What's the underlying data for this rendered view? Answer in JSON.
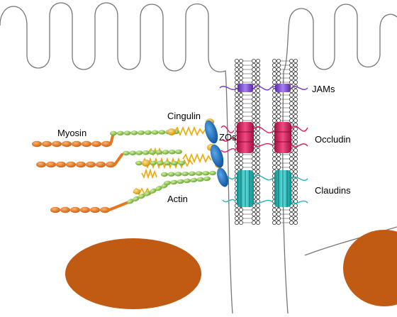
{
  "labels": {
    "myosin": "Myosin",
    "cingulin": "Cingulin",
    "zos": "ZOs",
    "actin": "Actin",
    "jams": "JAMs",
    "occludin": "Occludin",
    "claudins": "Claudins"
  },
  "colors": {
    "membrane": "#777777",
    "nucleus": "#c15a12",
    "myosin": "#e8761f",
    "actin": "#8fcd4a",
    "cingulin": "#f0a800",
    "zo": "#1f6fc0",
    "occludin": "#e0185a",
    "claudin": "#1fb5b5",
    "jam": "#7a3fd1",
    "lipid": "#333333"
  }
}
